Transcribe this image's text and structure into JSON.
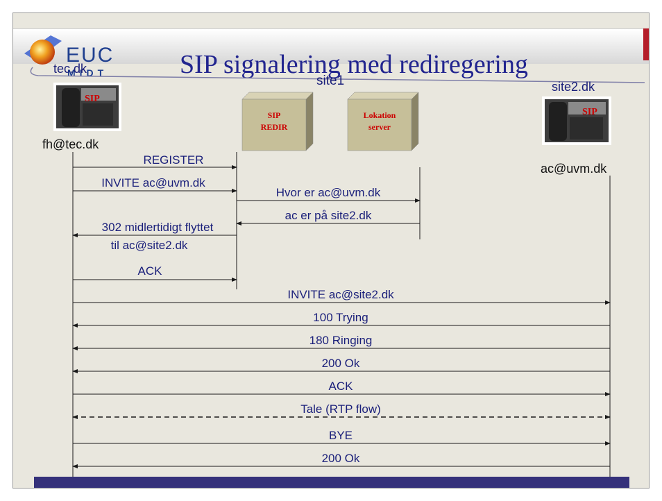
{
  "slide": {
    "title": "SIP signalering med rediregering",
    "logo": {
      "line1": "EUC",
      "line2": "MIDT"
    }
  },
  "colors": {
    "title": "#22258f",
    "label": "#1a1f7a",
    "accent_red": "#cc0000",
    "bottom_bar": "#35317a",
    "background": "#e9e7de"
  },
  "participants": {
    "left_domain": "tec.dk",
    "left_user": "fh@tec.dk",
    "site1": "site1",
    "right_domain": "site2.dk",
    "right_user": "ac@uvm.dk",
    "phone_label": "SIP"
  },
  "servers": {
    "redirect": {
      "line1": "SIP",
      "line2": "REDIR"
    },
    "location": {
      "line1": "Lokation",
      "line2": "server"
    }
  },
  "messages": [
    {
      "label": "REGISTER",
      "from": "fh@tec.dk",
      "to": "SIP REDIR"
    },
    {
      "label": "INVITE ac@uvm.dk",
      "from": "fh@tec.dk",
      "to": "SIP REDIR"
    },
    {
      "label": "Hvor er ac@uvm.dk",
      "from": "SIP REDIR",
      "to": "Lokation server"
    },
    {
      "label": "ac er på site2.dk",
      "from": "Lokation server",
      "to": "SIP REDIR"
    },
    {
      "label": "302 midlertidigt flyttet",
      "label2": "til ac@site2.dk",
      "from": "SIP REDIR",
      "to": "fh@tec.dk"
    },
    {
      "label": "ACK",
      "from": "fh@tec.dk",
      "to": "SIP REDIR"
    },
    {
      "label": "INVITE ac@site2.dk",
      "from": "fh@tec.dk",
      "to": "ac@uvm.dk"
    },
    {
      "label": "100 Trying",
      "from": "ac@uvm.dk",
      "to": "fh@tec.dk"
    },
    {
      "label": "180 Ringing",
      "from": "ac@uvm.dk",
      "to": "fh@tec.dk"
    },
    {
      "label": "200 Ok",
      "from": "ac@uvm.dk",
      "to": "fh@tec.dk"
    },
    {
      "label": "ACK",
      "from": "fh@tec.dk",
      "to": "ac@uvm.dk"
    },
    {
      "label": "Tale (RTP flow)",
      "from": "fh@tec.dk",
      "to": "ac@uvm.dk",
      "style": "dashed-bidirectional"
    },
    {
      "label": "BYE",
      "from": "fh@tec.dk",
      "to": "ac@uvm.dk"
    },
    {
      "label": "200 Ok",
      "from": "ac@uvm.dk",
      "to": "fh@tec.dk"
    }
  ]
}
